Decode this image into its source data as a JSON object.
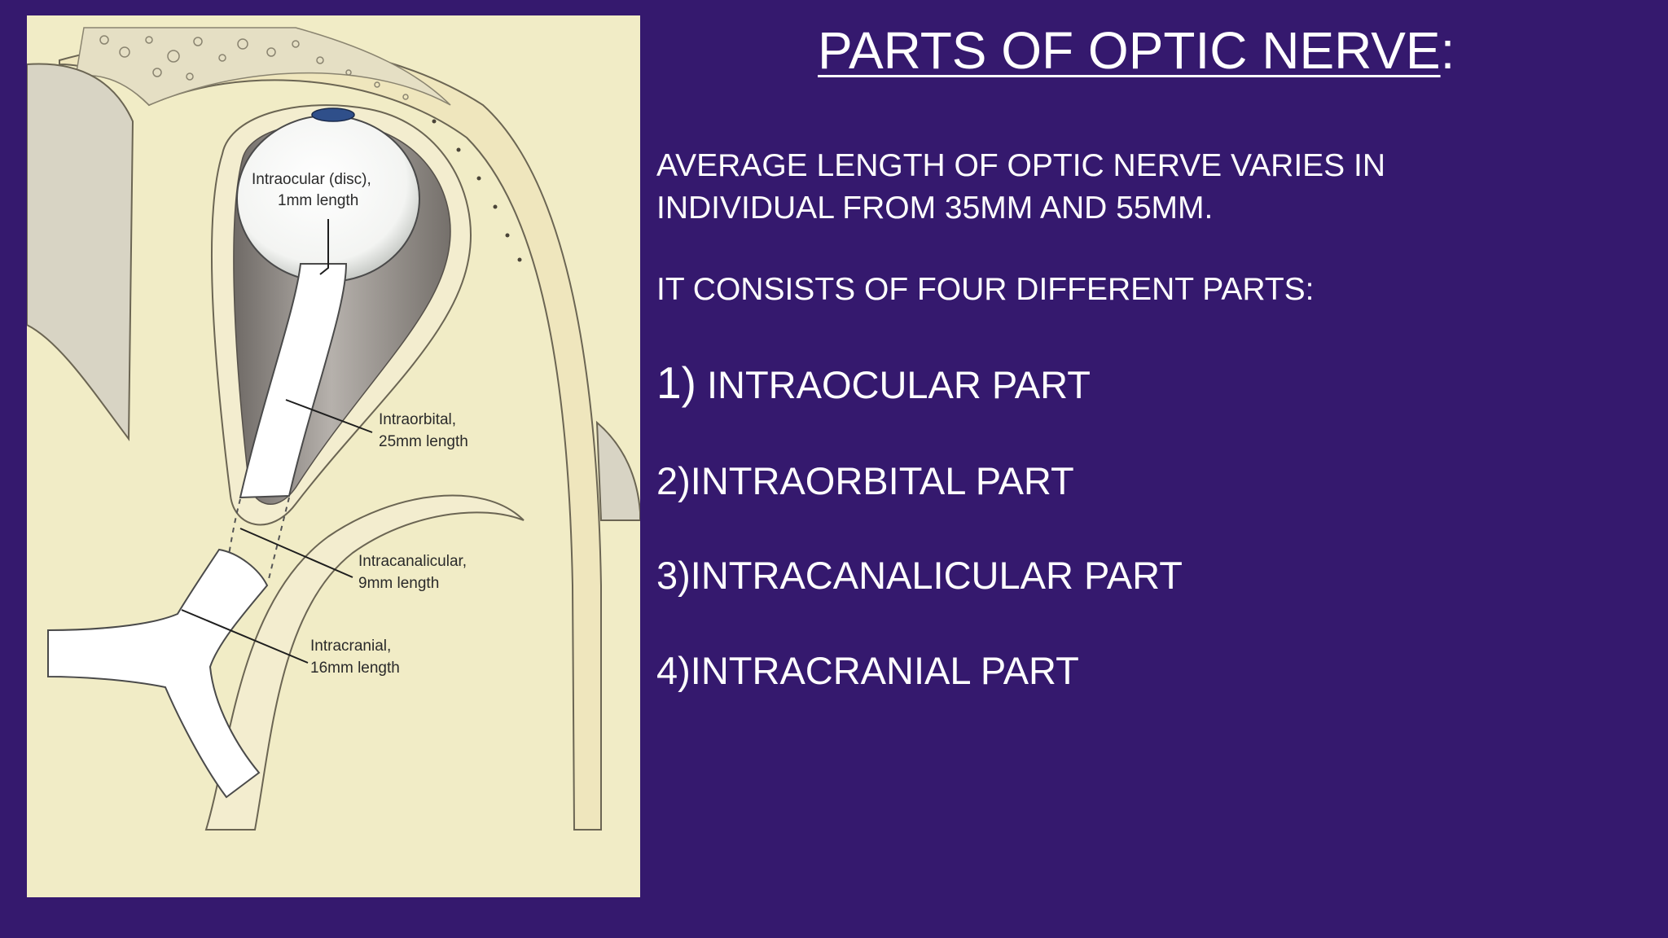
{
  "slide": {
    "title_text": "PARTS OF OPTIC NERVE",
    "title_suffix": ":",
    "intro_line1": "AVERAGE LENGTH OF OPTIC NERVE VARIES IN",
    "intro_line2": "INDIVIDUAL FROM 35MM AND 55MM.",
    "consists": "IT CONSISTS OF FOUR DIFFERENT PARTS:",
    "parts": [
      {
        "number": "1)",
        "label": " INTRAOCULAR PART"
      },
      {
        "number": "2)",
        "label": "INTRAORBITAL PART"
      },
      {
        "number": "3)",
        "label": "INTRACANALICULAR PART"
      },
      {
        "number": "4)",
        "label": "INTRACRANIAL PART"
      }
    ]
  },
  "diagram": {
    "labels": {
      "intraocular_line1": "Intraocular (disc),",
      "intraocular_line2": "1mm length",
      "intraorbital_line1": "Intraorbital,",
      "intraorbital_line2": "25mm length",
      "intracanalicular_line1": "Intracanalicular,",
      "intracanalicular_line2": "9mm length",
      "intracranial_line1": "Intracranial,",
      "intracranial_line2": "16mm length"
    }
  },
  "colors": {
    "background": "#35196e",
    "text": "#ffffff",
    "bone_fill": "#f1ecc6",
    "orbit_shadow": "#8c8680"
  }
}
